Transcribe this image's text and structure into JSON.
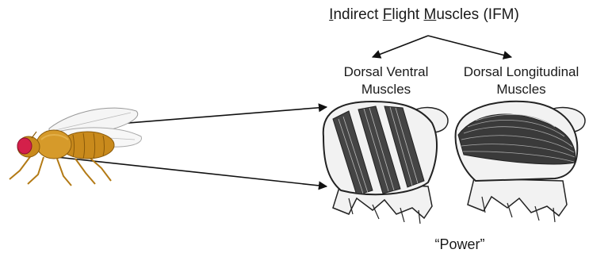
{
  "title": {
    "part1_initial": "I",
    "part1_rest": "ndirect ",
    "part2_initial": "F",
    "part2_rest": "light ",
    "part3_initial": "M",
    "part3_rest": "uscles (IFM)"
  },
  "dorsal_ventral": {
    "line1": "Dorsal Ventral",
    "line2": "Muscles"
  },
  "dorsal_longitudinal": {
    "line1": "Dorsal Longitudinal",
    "line2": "Muscles"
  },
  "caption": "“Power”",
  "colors": {
    "fly_body": "#c98a1c",
    "fly_eye": "#d4204a",
    "muscle": "#3a3a3a",
    "outline": "#222222",
    "thorax_fill": "#f2f2f2"
  },
  "icons": [
    "fruit-fly-icon",
    "thorax-dv-muscle-icon",
    "thorax-dl-muscle-icon"
  ]
}
